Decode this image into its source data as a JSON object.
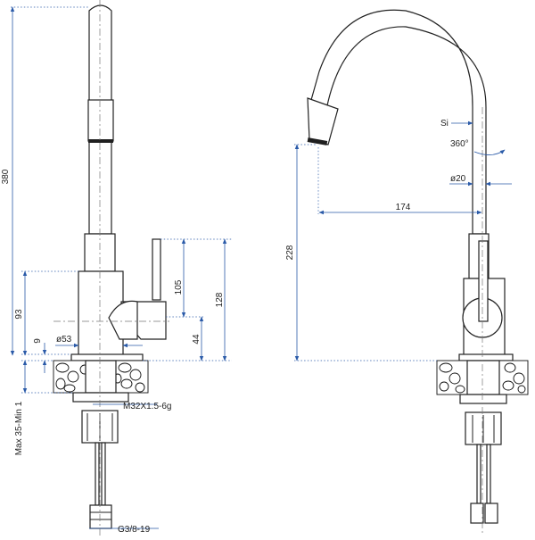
{
  "dimensions": {
    "total_height": "380",
    "handle_offset": "93",
    "gap": "9",
    "diameter_body": "ø53",
    "handle_length": "105",
    "lever_height": "128",
    "lever_base": "44",
    "thread": "M32X1.5-6g",
    "counter_thickness": "Max 35-Min 1",
    "hose_thread": "G3/8-19",
    "spout_height": "228",
    "reach": "174",
    "rotation": "360°",
    "spout_diameter": "ø20",
    "spout_label": "Si"
  },
  "colors": {
    "dimension_line": "#2a5aa8",
    "outline": "#222222"
  }
}
